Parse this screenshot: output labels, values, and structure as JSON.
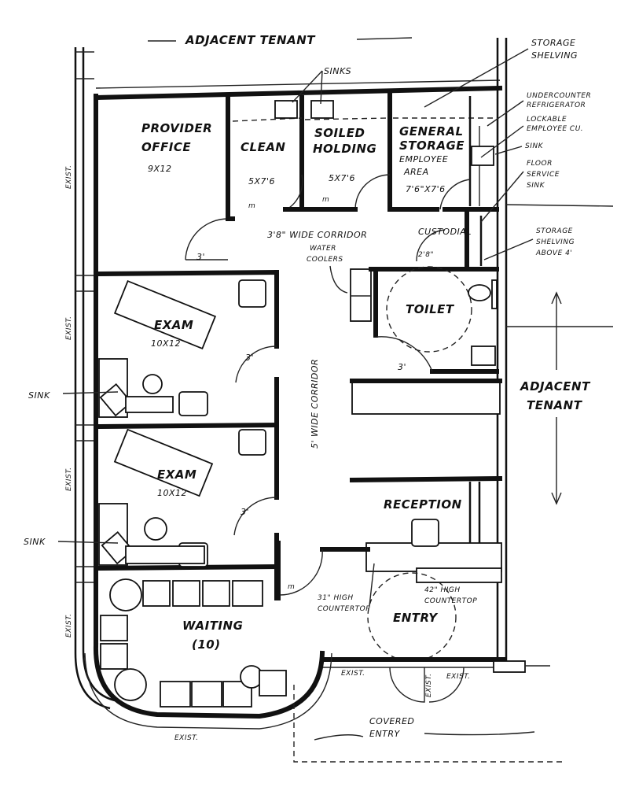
{
  "labels": {
    "adjacent_tenant_top": "ADJACENT TENANT",
    "adjacent_tenant_right_1": "ADJACENT",
    "adjacent_tenant_right_2": "TENANT",
    "provider_office_1": "PROVIDER",
    "provider_office_2": "OFFICE",
    "provider_office_size": "9X12",
    "clean": "CLEAN",
    "clean_size": "5X7'6",
    "soiled_1": "SOILED",
    "soiled_2": "HOLDING",
    "soiled_size": "5X7'6",
    "general_1": "GENERAL",
    "general_2": "STORAGE",
    "general_3": "EMPLOYEE",
    "general_4": "AREA",
    "general_size": "7'6\"X7'6",
    "sinks": "SINKS",
    "storage_shelving_1": "STORAGE",
    "storage_shelving_2": "SHELVING",
    "undercounter_1": "UNDERCOUNTER",
    "undercounter_2": "REFRIGERATOR",
    "lockable_1": "LOCKABLE",
    "lockable_2": "EMPLOYEE CU.",
    "sink_right": "SINK",
    "floor_service_1": "FLOOR",
    "floor_service_2": "SERVICE",
    "floor_service_3": "SINK",
    "custodial": "CUSTODIAL",
    "corridor_top": "3'8\" WIDE CORRIDOR",
    "water_coolers_1": "WATER",
    "water_coolers_2": "COOLERS",
    "storage_above_1": "STORAGE",
    "storage_above_2": "SHELVING",
    "storage_above_3": "ABOVE 4'",
    "toilet": "TOILET",
    "exam_1": "EXAM",
    "exam_1_size": "10X12",
    "exam_2": "EXAM",
    "exam_2_size": "10X12",
    "corridor_vertical": "5' WIDE CORRIDOR",
    "sink_left_1": "SINK",
    "sink_left_2": "SINK",
    "reception": "RECEPTION",
    "counter_31_1": "31\" HIGH",
    "counter_31_2": "COUNTERTOP",
    "counter_42_1": "42\" HIGH",
    "counter_42_2": "COUNTERTOP",
    "entry": "ENTRY",
    "waiting": "WAITING",
    "waiting_count": "(10)",
    "covered_1": "COVERED",
    "covered_2": "ENTRY",
    "exist": "EXIST.",
    "door_width": "3'",
    "door_width_2": "2'8\"",
    "mirror_tag": "m"
  }
}
